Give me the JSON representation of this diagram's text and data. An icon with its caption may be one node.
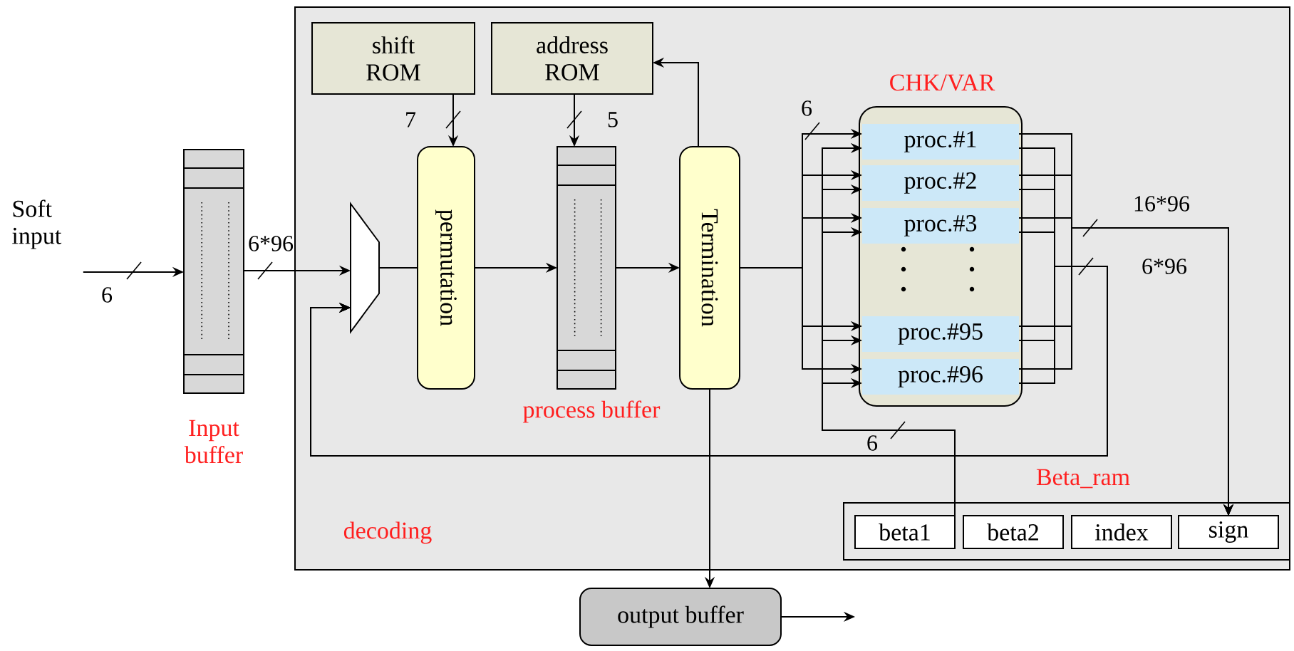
{
  "diagram": {
    "nodes": [
      {
        "text": [
          "Soft input"
        ]
      },
      {
        "text": [
          "Input buffer"
        ]
      },
      {
        "text": [
          "decoding"
        ]
      },
      {
        "text": [
          "shift ROM"
        ],
        "in": 2
      },
      {
        "text": [
          "address ROM"
        ],
        "in": 2
      },
      {
        "text": [],
        "shape": "trapezoid",
        "in": 2
      },
      {
        "text": [
          "permutation"
        ],
        "in": 2
      },
      {
        "text": [
          "process buffer"
        ],
        "in": 2
      },
      {
        "text": [
          "Termination"
        ],
        "in": 2
      },
      {
        "text": [
          "CHK/VAR"
        ],
        "in": 2
      },
      {
        "text": [
          "proc.#1"
        ],
        "in": 9
      },
      {
        "text": [
          "proc.#2"
        ],
        "in": 9
      },
      {
        "text": [
          "proc.#3"
        ],
        "in": 9
      },
      {
        "text": [
          "proc.#95"
        ],
        "in": 9
      },
      {
        "text": [
          "proc.#96"
        ],
        "in": 9
      },
      {
        "text": [
          "Beta_ram"
        ],
        "in": 2
      },
      {
        "text": [
          "beta1"
        ],
        "in": 15
      },
      {
        "text": [
          "beta2"
        ],
        "in": 15
      },
      {
        "text": [
          "index"
        ],
        "in": 15
      },
      {
        "text": [
          "sign"
        ],
        "in": 15
      },
      {
        "text": [
          "output buffer"
        ]
      }
    ],
    "edges": [
      {
        "from": 0,
        "to": 1,
        "arrow": "to",
        "label": "6"
      },
      {
        "from": 1,
        "to": 5,
        "arrow": "to",
        "label": "6*96"
      },
      {
        "from": 3,
        "to": 6,
        "arrow": "to",
        "label": "7"
      },
      {
        "from": 4,
        "to": 7,
        "arrow": "to",
        "label": "5"
      },
      {
        "from": 5,
        "to": 6,
        "arrow": "none"
      },
      {
        "from": 6,
        "to": 7,
        "arrow": "to"
      },
      {
        "from": 7,
        "to": 8,
        "arrow": "to"
      },
      {
        "from": 8,
        "to": 4,
        "arrow": "to"
      },
      {
        "from": 8,
        "to": 10,
        "arrow": "to",
        "label": "6"
      },
      {
        "from": 8,
        "to": 11,
        "arrow": "to"
      },
      {
        "from": 8,
        "to": 12,
        "arrow": "to"
      },
      {
        "from": 8,
        "to": 13,
        "arrow": "to"
      },
      {
        "from": 8,
        "to": 14,
        "arrow": "to"
      },
      {
        "from": 16,
        "to": 10,
        "arrow": "to",
        "label": "6"
      },
      {
        "from": 16,
        "to": 11,
        "arrow": "to"
      },
      {
        "from": 16,
        "to": 12,
        "arrow": "to"
      },
      {
        "from": 16,
        "to": 13,
        "arrow": "to"
      },
      {
        "from": 16,
        "to": 14,
        "arrow": "to"
      },
      {
        "from": 10,
        "to": 19,
        "arrow": "to",
        "label": "16*96"
      },
      {
        "from": 11,
        "to": 19,
        "arrow": "to"
      },
      {
        "from": 12,
        "to": 19,
        "arrow": "to"
      },
      {
        "from": 13,
        "to": 19,
        "arrow": "to"
      },
      {
        "from": 14,
        "to": 19,
        "arrow": "to"
      },
      {
        "from": 10,
        "to": 5,
        "arrow": "to",
        "label": "6*96"
      },
      {
        "from": 11,
        "to": 5,
        "arrow": "to"
      },
      {
        "from": 12,
        "to": 5,
        "arrow": "to"
      },
      {
        "from": 13,
        "to": 5,
        "arrow": "to"
      },
      {
        "from": 14,
        "to": 5,
        "arrow": "to"
      },
      {
        "from": 8,
        "to": 20,
        "arrow": "to"
      },
      {
        "from": 20,
        "to": null,
        "arrow": "to"
      }
    ]
  }
}
